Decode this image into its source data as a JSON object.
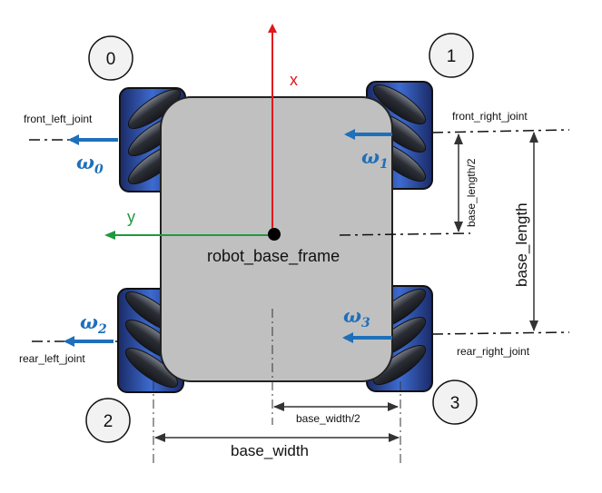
{
  "diagram": {
    "frame_label": "robot_base_frame",
    "axes": {
      "x_label": "x",
      "y_label": "y"
    },
    "wheels": [
      {
        "id": "0",
        "joint": "front_left_joint",
        "omega": "ω",
        "omega_sub": "0"
      },
      {
        "id": "1",
        "joint": "front_right_joint",
        "omega": "ω",
        "omega_sub": "1"
      },
      {
        "id": "2",
        "joint": "rear_left_joint",
        "omega": "ω",
        "omega_sub": "2"
      },
      {
        "id": "3",
        "joint": "rear_right_joint",
        "omega": "ω",
        "omega_sub": "3"
      }
    ],
    "dimensions": {
      "base_length": "base_length",
      "half_length": "base_length/2",
      "base_width": "base_width",
      "half_width": "base_width/2"
    },
    "colors": {
      "body": "#c0c0c0",
      "x_axis": "#e0181b",
      "y_axis": "#1f9a3c",
      "omega_arrow": "#1f6fba",
      "wheel_roller": "#2a3f85",
      "wheel_rim": "#3a6fc8"
    }
  }
}
